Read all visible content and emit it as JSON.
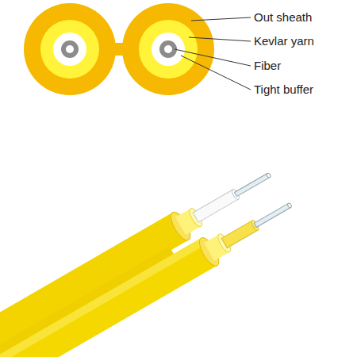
{
  "diagram": {
    "labels": [
      "Out sheath",
      "Kevlar yarn",
      "Fiber",
      "Tight buffer"
    ]
  }
}
